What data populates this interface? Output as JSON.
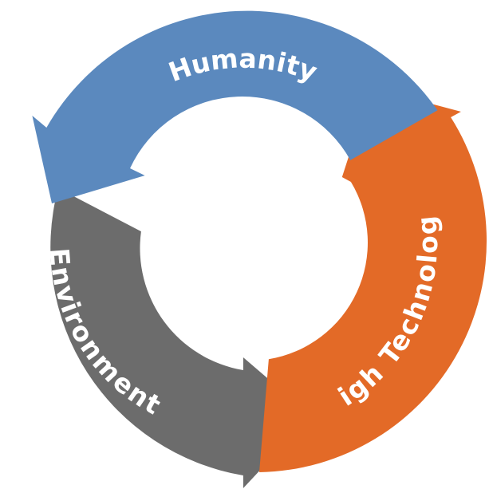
{
  "diagram": {
    "type": "cycle",
    "center_fill": "#ffffff",
    "segments": [
      {
        "key": "humanity",
        "label": "Humanity",
        "color": "#5b89be"
      },
      {
        "key": "high_technology",
        "label": "High Technology",
        "color": "#e36a27"
      },
      {
        "key": "environment",
        "label": "Environment",
        "color": "#6c6c6c"
      }
    ]
  }
}
